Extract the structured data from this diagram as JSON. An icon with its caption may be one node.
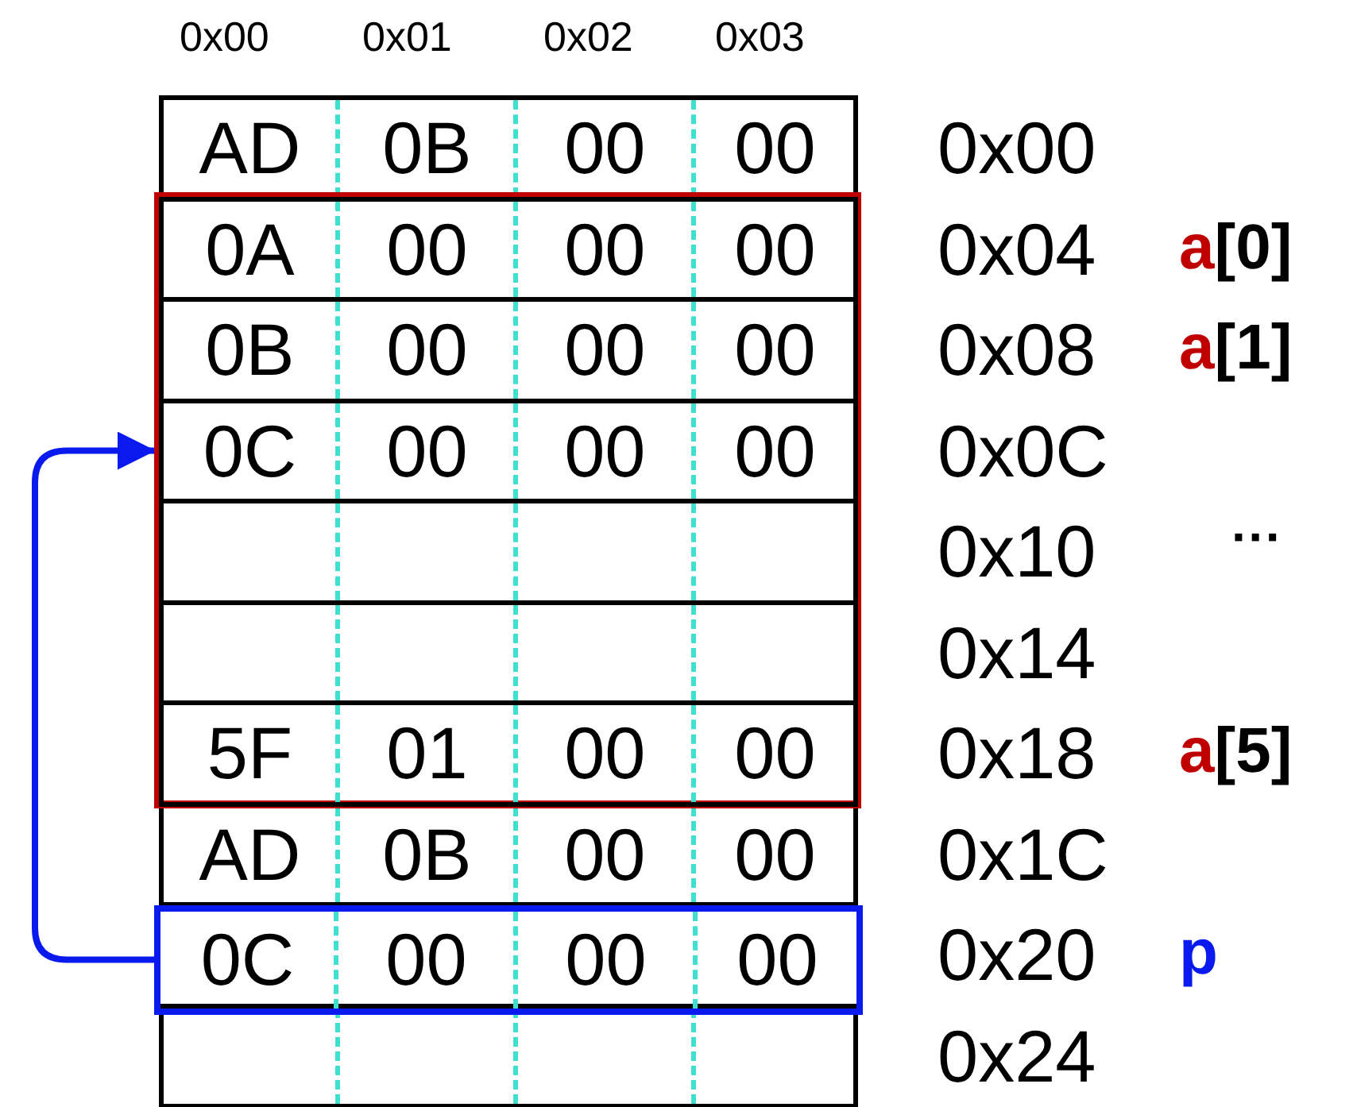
{
  "diagram": {
    "nodes": [
      {
        "text": [
          "AD",
          "0B",
          "00",
          "00"
        ],
        "beside": [
          "0x00"
        ]
      },
      {
        "text": [],
        "shape": "box"
      },
      {
        "text": [
          "0A",
          "00",
          "00",
          "00"
        ],
        "in": 1,
        "beside": [
          "0x04",
          "a[0]"
        ]
      },
      {
        "text": [
          "0B",
          "00",
          "00",
          "00"
        ],
        "in": 1,
        "beside": [
          "0x08",
          "a[1]"
        ]
      },
      {
        "text": [
          "0C",
          "00",
          "00",
          "00"
        ],
        "in": 1,
        "beside": [
          "0x0C"
        ]
      },
      {
        "text": [],
        "shape": "box",
        "in": 1,
        "beside": [
          "0x10"
        ]
      },
      {
        "text": [],
        "shape": "box",
        "in": 1,
        "beside": [
          "0x14"
        ]
      },
      {
        "text": [
          "5F",
          "01",
          "00",
          "00"
        ],
        "in": 1,
        "beside": [
          "0x18",
          "a[5]"
        ]
      },
      {
        "text": [
          "AD",
          "0B",
          "00",
          "00"
        ],
        "beside": [
          "0x1C"
        ]
      },
      {
        "text": [
          "0C",
          "00",
          "00",
          "00"
        ],
        "beside": [
          "0x20",
          "p"
        ]
      },
      {
        "text": [],
        "shape": "box",
        "beside": [
          "0x24"
        ]
      }
    ],
    "edges": [
      {
        "from": 9,
        "to": 4,
        "arrow": "to",
        "color": "#0a1aee"
      }
    ],
    "labels": [
      "0x00",
      "0x01",
      "0x02",
      "0x03",
      "···"
    ]
  }
}
